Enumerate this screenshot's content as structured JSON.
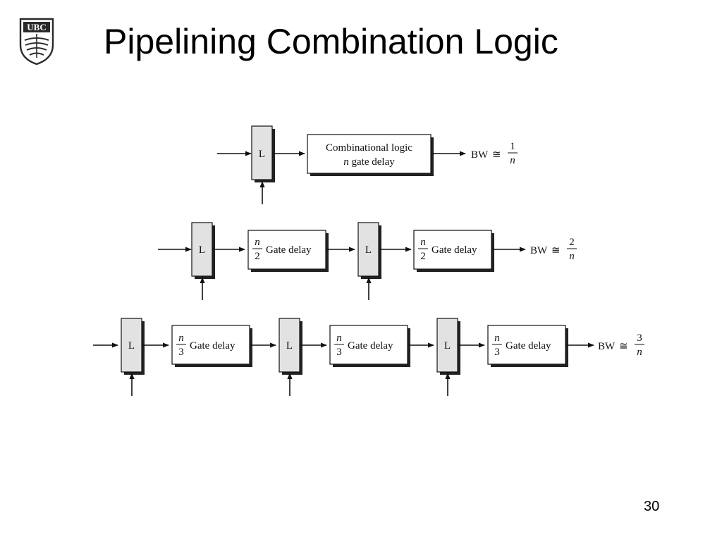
{
  "slide": {
    "title": "Pipelining Combination Logic",
    "page_number": "30",
    "logo_text": "UBC"
  },
  "diagram": {
    "latch_label": "L",
    "bw_label": "BW",
    "approx_symbol": "≅",
    "rows": [
      {
        "stages": [
          {
            "line1": "Combinational logic",
            "line2_italic": "n",
            "line2_rest": " gate delay"
          }
        ],
        "bw_numerator": "1",
        "bw_denominator": "n"
      },
      {
        "stages": [
          {
            "frac_num": "n",
            "frac_den": "2",
            "label": "Gate delay"
          },
          {
            "frac_num": "n",
            "frac_den": "2",
            "label": "Gate delay"
          }
        ],
        "bw_numerator": "2",
        "bw_denominator": "n"
      },
      {
        "stages": [
          {
            "frac_num": "n",
            "frac_den": "3",
            "label": "Gate delay"
          },
          {
            "frac_num": "n",
            "frac_den": "3",
            "label": "Gate delay"
          },
          {
            "frac_num": "n",
            "frac_den": "3",
            "label": "Gate delay"
          }
        ],
        "bw_numerator": "3",
        "bw_denominator": "n"
      }
    ]
  }
}
